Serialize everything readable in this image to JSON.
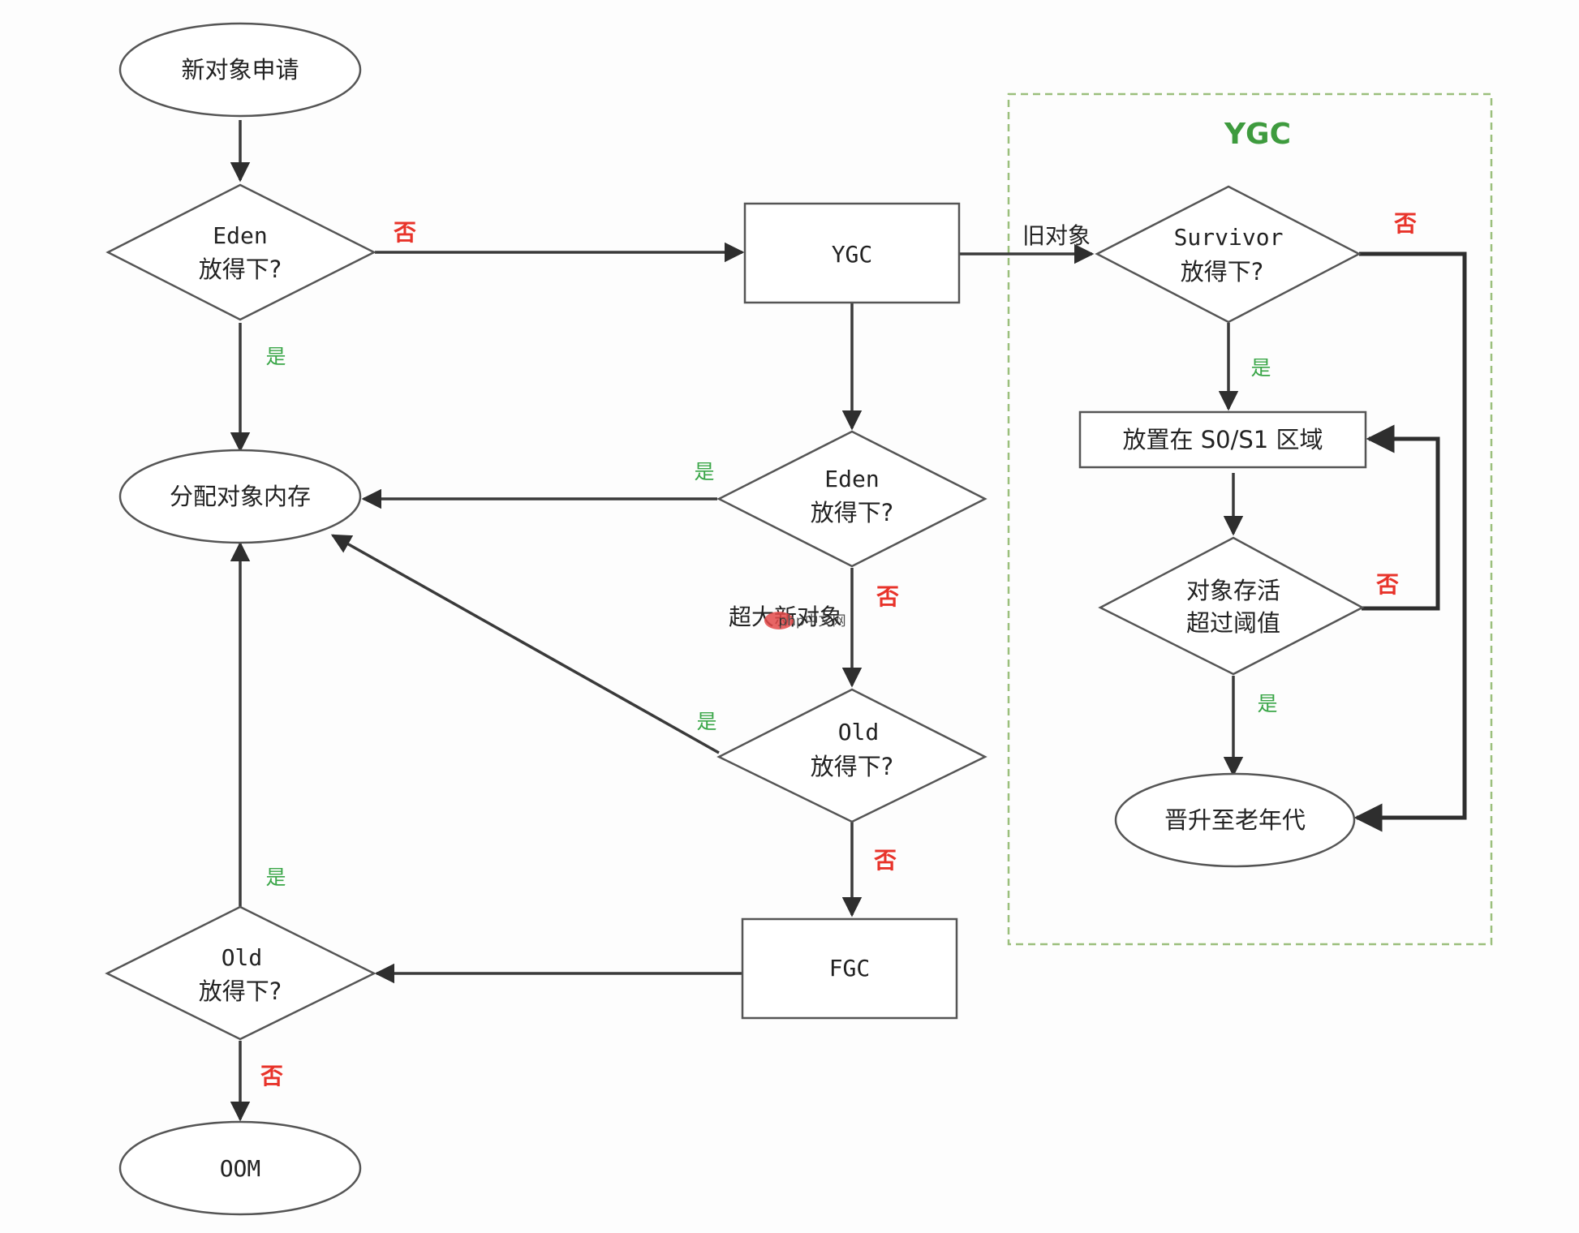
{
  "colors": {
    "no_label": "#e8332a",
    "yes_label": "#3aa648",
    "ygc_title": "#3e9b3e",
    "ygc_border": "#9bbf7c",
    "line": "#3a3a3a"
  },
  "nodes": {
    "new_request": "新对象申请",
    "eden_check_1": {
      "line1": "Eden",
      "line2": "放得下?"
    },
    "ygc_box": "YGC",
    "allocate_memory": "分配对象内存",
    "eden_check_2": {
      "line1": "Eden",
      "line2": "放得下?"
    },
    "old_check_1": {
      "line1": "Old",
      "line2": "放得下?"
    },
    "fgc_box": "FGC",
    "old_check_2": {
      "line1": "Old",
      "line2": "放得下?"
    },
    "oom": "OOM",
    "survivor_check": {
      "line1": "Survivor",
      "line2": "放得下?"
    },
    "place_s0_s1": "放置在 S0/S1 区域",
    "age_check": {
      "line1": "对象存活",
      "line2": "超过阈值"
    },
    "promote_old": "晋升至老年代"
  },
  "ygc_group": {
    "title": "YGC"
  },
  "edge_labels": {
    "no": "否",
    "yes": "是",
    "old_object": "旧对象",
    "large_object": "超大新对象"
  },
  "watermark": "php中文网"
}
